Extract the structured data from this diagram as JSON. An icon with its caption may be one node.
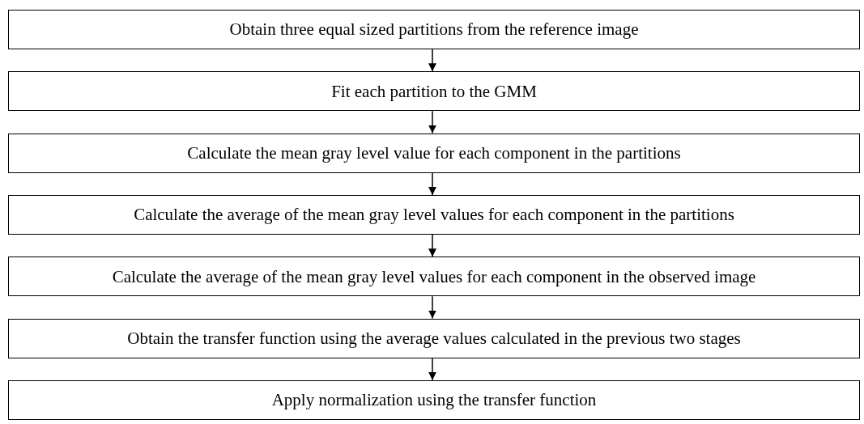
{
  "diagram": {
    "nodes": [
      {
        "text": [
          "Obtain three equal sized partitions from the reference image"
        ]
      },
      {
        "text": [
          "Fit each partition to the GMM"
        ]
      },
      {
        "text": [
          "Calculate the mean gray level value for each component in the partitions"
        ]
      },
      {
        "text": [
          "Calculate the average of the mean gray level values for each component in the partitions"
        ]
      },
      {
        "text": [
          "Calculate the average of the mean gray level values for each component in the observed image"
        ]
      },
      {
        "text": [
          "Obtain the transfer function using the average values calculated in the previous two stages"
        ]
      },
      {
        "text": [
          "Apply normalization using the transfer function"
        ]
      }
    ],
    "edges": [
      {
        "from": 0,
        "to": 1,
        "arrow": "to"
      },
      {
        "from": 1,
        "to": 2,
        "arrow": "to"
      },
      {
        "from": 2,
        "to": 3,
        "arrow": "to"
      },
      {
        "from": 3,
        "to": 4,
        "arrow": "to"
      },
      {
        "from": 4,
        "to": 5,
        "arrow": "to"
      },
      {
        "from": 5,
        "to": 6,
        "arrow": "to"
      }
    ]
  }
}
